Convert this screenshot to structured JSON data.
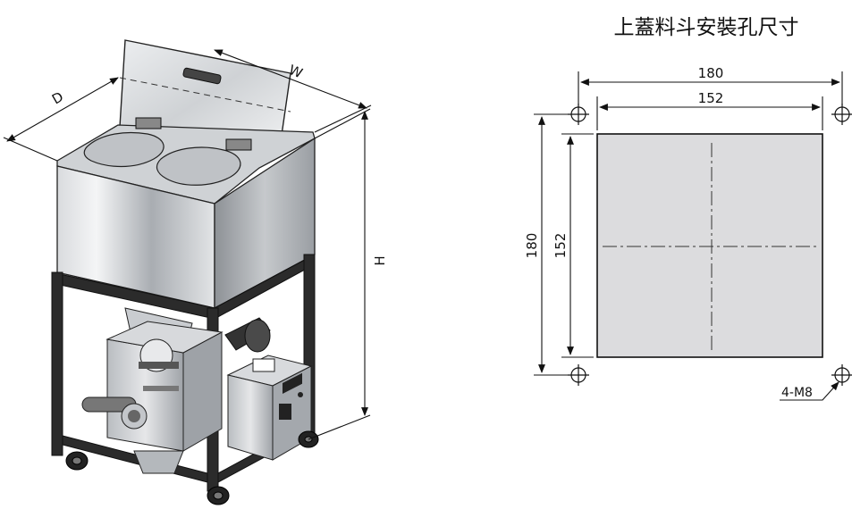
{
  "machine": {
    "dims": {
      "width": "W",
      "depth": "D",
      "height": "H"
    }
  },
  "mounting_drawing": {
    "title": "上蓋料斗安裝孔尺寸",
    "hole_spacing_horizontal": "180",
    "plate_width": "152",
    "hole_spacing_vertical": "180",
    "plate_height": "152",
    "hole_spec": "4-M8"
  },
  "colors": {
    "plate_fill": "#dcdcde",
    "line": "#111111",
    "steel_light": "#e9eaec",
    "steel_mid": "#bcc0c4",
    "steel_dark": "#6f7378",
    "frame": "#2a2a2a"
  }
}
